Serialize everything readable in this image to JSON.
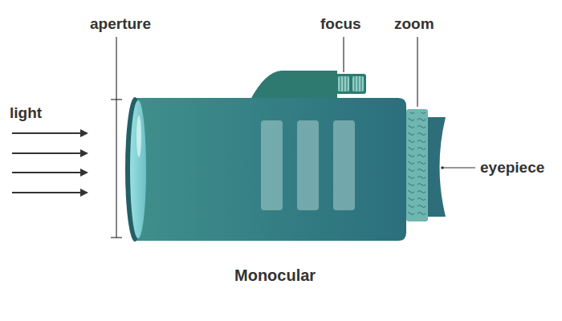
{
  "diagram": {
    "caption": "Monocular",
    "labels": [
      "aperture",
      "focus",
      "zoom",
      "light",
      "eyepiece"
    ]
  }
}
